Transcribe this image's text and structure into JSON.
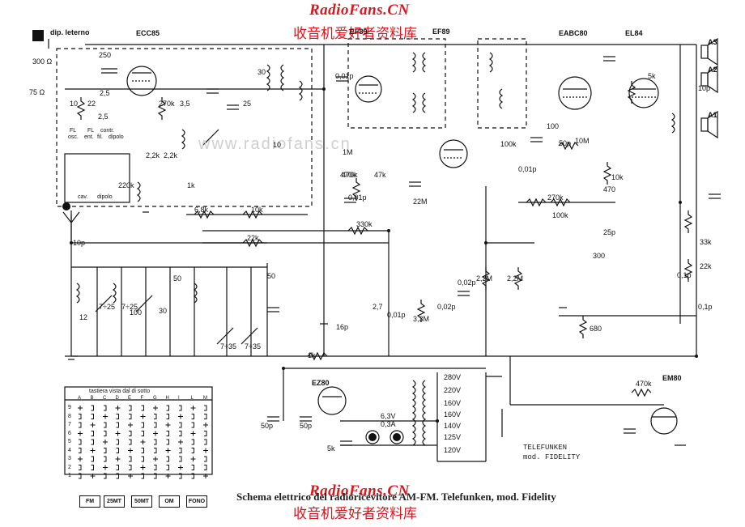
{
  "watermark": {
    "site": "RadioFans.CN",
    "chinese": "收音机爱好者资料库",
    "faint_url": "www.radiofans.cn"
  },
  "tubes": [
    "ECC85",
    "EF89",
    "EF89",
    "EABC80",
    "EL84",
    "EZ80",
    "EM80"
  ],
  "caption": "Schema elettrico del radioricevitore AM-FM. Telefunken, mod. Fidelity",
  "brand": {
    "line1": "TELEFUNKEN",
    "line2": "mod. FIDELITY"
  },
  "dipole": {
    "title": "dip. leterno",
    "ohm300": "300 Ω",
    "ohm75": "75 Ω"
  },
  "panel": {
    "labels": [
      "FL",
      "FL",
      "contr.",
      "osc.",
      "ent.",
      "fil.",
      "dipolo",
      "cav.",
      "dipolo"
    ]
  },
  "keyboard": {
    "title": "tastiera vista dal di sotto",
    "columns": [
      "A",
      "B",
      "C",
      "D",
      "E",
      "F",
      "G",
      "H",
      "I",
      "L",
      "M"
    ],
    "rows": [
      "9",
      "8",
      "7",
      "6",
      "5",
      "4",
      "3",
      "2",
      "1"
    ],
    "keys": [
      "FM",
      "25MT",
      "50MT",
      "OM",
      "FONO"
    ]
  },
  "speakers": [
    "A3",
    "A2",
    "A1"
  ],
  "mains_taps": [
    "280V",
    "220V",
    "160V",
    "160V",
    "140V",
    "125V",
    "120V"
  ],
  "pilot": [
    "6,3V",
    "0,3A"
  ],
  "components": {
    "r1": "250",
    "r2": "22",
    "r3": "10",
    "r4": "2,5",
    "r5": "270k",
    "r6": "2,5",
    "r7": "3,5",
    "r8": "25",
    "r9": "10",
    "r10": "30",
    "r11": "2,2k",
    "r12": "2,2k",
    "r13": "1k",
    "r14": "220k",
    "r15": "6,8k",
    "r16": "10k",
    "r17": "22k",
    "r18": "330k",
    "r19": "1M",
    "r20": "470k",
    "r21": "47k",
    "r22": "22M",
    "r23": "2,2M",
    "r24": "100k",
    "r25": "10M",
    "r26": "2,2M",
    "r27": "270k",
    "r28": "100k",
    "r29": "470",
    "r30": "33k",
    "r31": "22k",
    "r32": "5k",
    "r33": "10k",
    "r34": "680",
    "r35": "1k",
    "r36": "470k",
    "r37": "3,3M",
    "c1": "0,01p",
    "c2": "0,01p",
    "c3": "50",
    "c4": "50p",
    "c5": "50p",
    "c6": "5k",
    "c7": "10p",
    "c8": "0,1p",
    "c9": "0,1p",
    "c10": "25p",
    "c11": "0,02p",
    "c12": "300",
    "c13": "100",
    "c14": "0,01p",
    "c15": "50p",
    "c16": "0,02p",
    "c17": "12",
    "c18": "7÷35",
    "c19": "7÷35",
    "c20": "7÷25",
    "c21": "7÷25",
    "c22": "100",
    "c23": "30",
    "c24": "2,7",
    "c25": "16p",
    "c26": "0,01p",
    "c27": "50",
    "c28": "470k",
    "c29": "10p"
  }
}
